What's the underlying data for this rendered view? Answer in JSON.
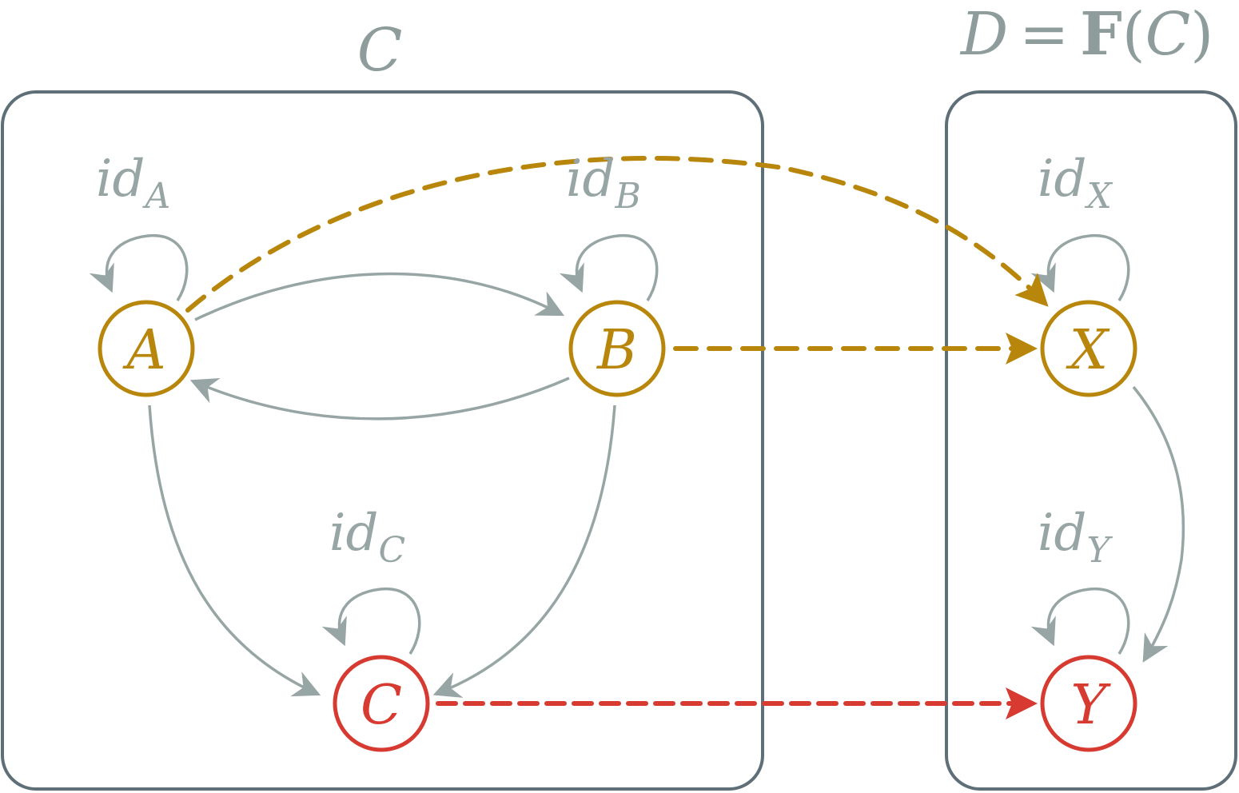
{
  "categories": {
    "source": {
      "title": "C"
    },
    "target": {
      "title_lhs": "D",
      "title_eq": "=",
      "title_functor": "F",
      "title_open": "(",
      "title_arg": "C",
      "title_close": ")"
    }
  },
  "nodes": {
    "A": {
      "label": "A"
    },
    "B": {
      "label": "B"
    },
    "C": {
      "label": "C"
    },
    "X": {
      "label": "X"
    },
    "Y": {
      "label": "Y"
    }
  },
  "identities": {
    "A": {
      "base": "id",
      "sub": "A"
    },
    "B": {
      "base": "id",
      "sub": "B"
    },
    "C": {
      "base": "id",
      "sub": "C"
    },
    "X": {
      "base": "id",
      "sub": "X"
    },
    "Y": {
      "base": "id",
      "sub": "Y"
    }
  },
  "colors": {
    "box": "#5f6f78",
    "morphism": "#97a5a5",
    "amber": "#b8860b",
    "red": "#d63a30",
    "title": "#8e9c9c"
  }
}
